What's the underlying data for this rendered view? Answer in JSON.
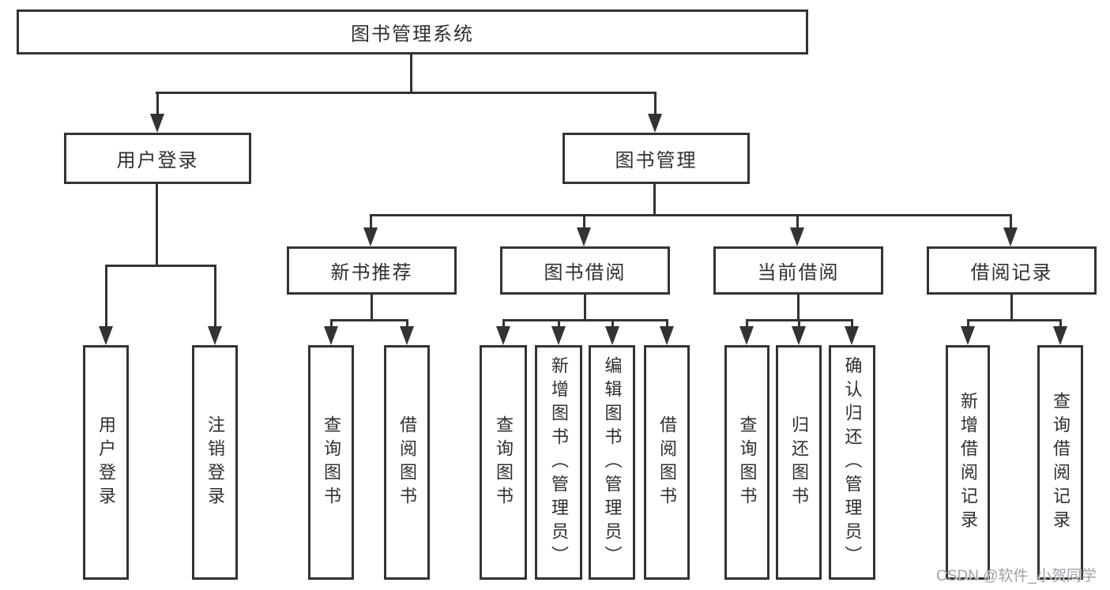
{
  "tree": {
    "root": {
      "label": "图书管理系统"
    },
    "children": [
      {
        "label": "用户登录",
        "children": [
          {
            "label": "用户登录"
          },
          {
            "label": "注销登录"
          }
        ]
      },
      {
        "label": "图书管理",
        "children": [
          {
            "label": "新书推荐",
            "children": [
              {
                "label": "查询图书"
              },
              {
                "label": "借阅图书"
              }
            ]
          },
          {
            "label": "图书借阅",
            "children": [
              {
                "label": "查询图书"
              },
              {
                "label": "新增图书（管理员）"
              },
              {
                "label": "编辑图书（管理员）"
              },
              {
                "label": "借阅图书"
              }
            ]
          },
          {
            "label": "当前借阅",
            "children": [
              {
                "label": "查询图书"
              },
              {
                "label": "归还图书"
              },
              {
                "label": "确认归还（管理员）"
              }
            ]
          },
          {
            "label": "借阅记录",
            "children": [
              {
                "label": "新增借阅记录"
              },
              {
                "label": "查询借阅记录"
              }
            ]
          }
        ]
      }
    ]
  },
  "watermark": {
    "text": "CSDN @软件_小贺同学"
  },
  "colors": {
    "line": "#333333",
    "text": "#2f2f2f",
    "background": "#ffffff",
    "watermark": "#969aa0"
  }
}
